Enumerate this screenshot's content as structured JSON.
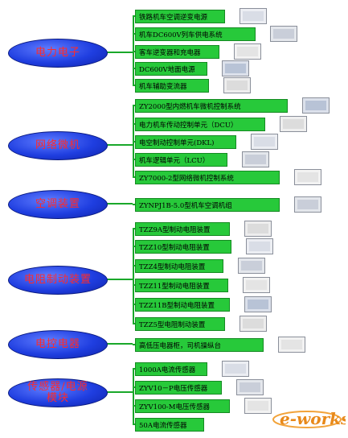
{
  "categories": [
    {
      "label": "电力电子",
      "items": [
        "铁路机车空调逆变电源",
        "机车DC600V列车供电系统",
        "客车逆变器和充电器",
        "DC600V地面电源",
        "机车辅助变流器"
      ]
    },
    {
      "label": "网络微机",
      "items": [
        "ZY2000型内燃机车微机控制系统",
        "电力机车传动控制单元（DCU）",
        "电空制动控制单元(DKL)",
        "机车逻辑单元（LCU）",
        "ZY7000-2型网络微机控制系统"
      ]
    },
    {
      "label": "空调装置",
      "items": [
        "ZYNPJ1B-5.0型机车空调机组"
      ]
    },
    {
      "label": "电阻制动装置",
      "items": [
        "TZZ9A型制动电阻装置",
        "TZZ10型制动电阻装置",
        "TZZ4型制动电阻装置",
        "TZZ11型制动电阻装置",
        "TZZ11B型制动电阻装置",
        "TZZ5型电阻制动装置"
      ]
    },
    {
      "label": "电控电器",
      "items": [
        "高低压电器柜，司机操纵台"
      ]
    },
    {
      "label": "传感器/电源\n模块",
      "items": [
        "1000A电流传感器",
        "ZYV10－P电压传感器",
        "ZYV100-M电压传感器",
        "50A电流传感器"
      ]
    }
  ],
  "logo": {
    "text": "e-works"
  },
  "colors": {
    "ellipse": "#1f3ee0",
    "label": "#ff2a2a",
    "box": "#27c93a",
    "line": "#1aa82a"
  }
}
